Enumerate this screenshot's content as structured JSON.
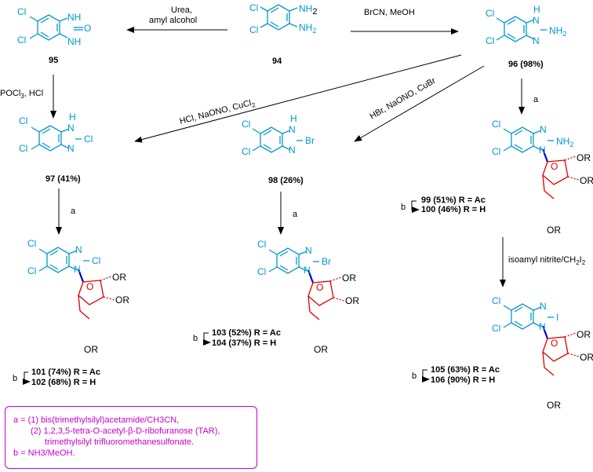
{
  "compounds": {
    "c94": {
      "label": "94"
    },
    "c95": {
      "label": "95"
    },
    "c96": {
      "label": "96 (98%)"
    },
    "c97": {
      "label": "97 (41%)"
    },
    "c98": {
      "label": "98 (26%)"
    },
    "c99": {
      "label": "99  (51%)  R = Ac"
    },
    "c100": {
      "label": "100 (46%) R = H"
    },
    "c101": {
      "label": "101 (74%)  R = Ac"
    },
    "c102": {
      "label": "102 (68%)  R = H"
    },
    "c103": {
      "label": "103 (52%) R = Ac"
    },
    "c104": {
      "label": "104 (37%) R = H"
    },
    "c105": {
      "label": "105 (63%) R = Ac"
    },
    "c106": {
      "label": "106 (90%) R = H"
    }
  },
  "atoms": {
    "Cl": "Cl",
    "N": "N",
    "NH": "NH",
    "H": "H",
    "O": "O",
    "NH2": "NH",
    "sub2": "2",
    "Br": "Br",
    "I": "I",
    "OR": "OR"
  },
  "conditions": {
    "urea_line1": "Urea,",
    "urea_line2": "amyl alcohol",
    "brcn": "BrCN, MeOH",
    "pocl3": "POCl",
    "pocl3_sub": "3",
    "pocl3_rest": ", HCl",
    "hcl_nano": "HCl, NaONO, CuCl",
    "hcl_nano_sub": "2",
    "hbr_nano": "HBr, NaONO, CuBr",
    "step_a": "a",
    "step_b": "b",
    "isoamyl": "isoamyl nitrite/CH",
    "isoamyl_sub1": "2",
    "isoamyl_I": "I",
    "isoamyl_sub2": "2"
  },
  "legend": {
    "line1": "a = (1) bis(trimethylsilyl)acetamide/CH3CN,",
    "line2": "(2) 1,2,3,5-tetra-O-acetyl-β-D-ribofuranose (TAR),",
    "line3": "trimethylsilyl trifluoromethanesulfonate.",
    "line4": "b = NH3/MeOH."
  },
  "colors": {
    "core": "#0099cc",
    "sugar": "#e00000",
    "glycosidic_bond": "#0000cc",
    "legend": "#c800c8",
    "text": "#000000"
  }
}
